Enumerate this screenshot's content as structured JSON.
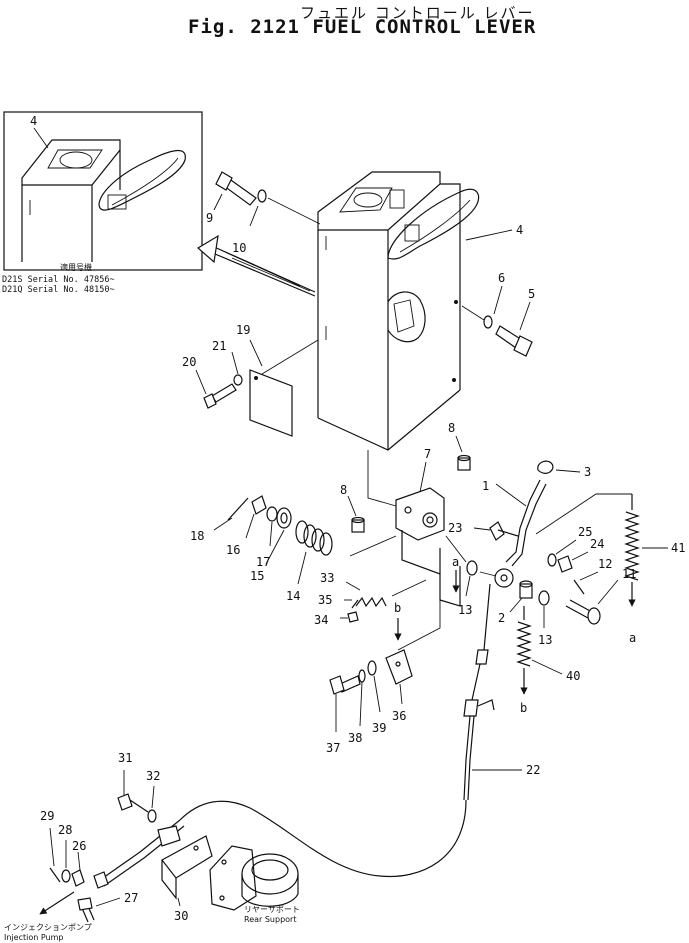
{
  "title": {
    "japanese": "フュエル コントロール レバー",
    "english": "Fig. 2121 FUEL CONTROL LEVER"
  },
  "inset": {
    "heading": "適用号機",
    "serial_line_1": "D21S Serial No. 47856~",
    "serial_line_2": "D21Q Serial No. 48150~"
  },
  "annotations": {
    "injection_pump_jp": "インジェクションポンプ",
    "injection_pump_en": "Injection Pump",
    "rear_support_jp": "リヤーサポート",
    "rear_support_en": "Rear Support"
  },
  "part_labels": {
    "p4_inset": "4",
    "p4": "4",
    "p9": "9",
    "p10": "10",
    "p6": "6",
    "p5": "5",
    "p19": "19",
    "p21": "21",
    "p20": "20",
    "p8a": "8",
    "p8b": "8",
    "p7": "7",
    "p3": "3",
    "p1": "1",
    "p41": "41",
    "p18": "18",
    "p16": "16",
    "p17": "17",
    "p15": "15",
    "p14": "14",
    "p23": "23",
    "p25": "25",
    "p24": "24",
    "p12": "12",
    "p11": "11",
    "p33": "33",
    "p35": "35",
    "p34": "34",
    "p13a": "13",
    "p2": "2",
    "p13b": "13",
    "p40": "40",
    "p37": "37",
    "p38": "38",
    "p39": "39",
    "p36": "36",
    "p22": "22",
    "p31": "31",
    "p32": "32",
    "p29": "29",
    "p28": "28",
    "p26": "26",
    "p27": "27",
    "p30": "30"
  },
  "connection_markers": {
    "a1": "a",
    "a2": "a",
    "b1": "b",
    "b2": "b"
  }
}
